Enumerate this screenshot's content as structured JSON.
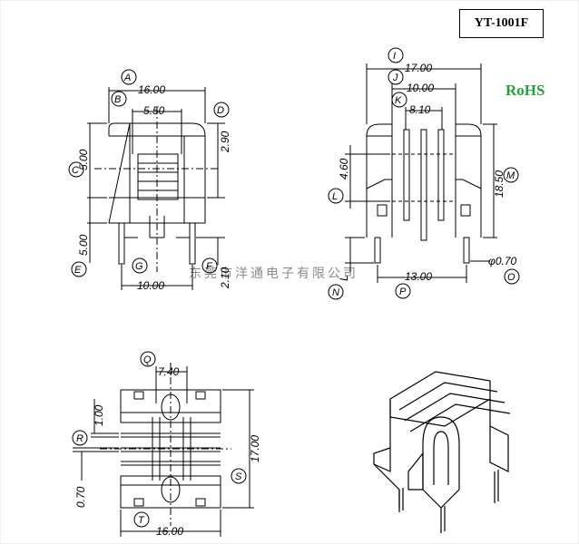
{
  "part_number": "YT-1001F",
  "certification": "RoHS",
  "watermark": "东莞市洋通电子有限公司",
  "front_view": {
    "A": {
      "callout": "A",
      "value": "16.00"
    },
    "B": {
      "callout": "B",
      "value": "5.50"
    },
    "C": {
      "callout": "C",
      "value": "5.00"
    },
    "D": {
      "callout": "D",
      "value": "2.90"
    },
    "E": {
      "callout": "E",
      "value": "5.00"
    },
    "G": {
      "callout": "G",
      "value": "10.00"
    },
    "F": {
      "callout": "F",
      "value": "2.10"
    }
  },
  "side_view": {
    "I": {
      "callout": "I",
      "value": "17.00"
    },
    "J": {
      "callout": "J",
      "value": "10.00"
    },
    "K": {
      "callout": "K",
      "value": "8.10"
    },
    "L": {
      "callout": "L",
      "value": "4.60"
    },
    "M": {
      "callout": "M",
      "value": "18.50"
    },
    "N": {
      "callout": "N",
      "value": "L"
    },
    "O": {
      "callout": "O",
      "value": "φ0.70"
    },
    "P": {
      "callout": "P",
      "value": "13.00"
    }
  },
  "top_view": {
    "Q": {
      "callout": "Q",
      "value": "7.40"
    },
    "R": {
      "callout": "R",
      "value": "1.00"
    },
    "R2": {
      "value": "0.70"
    },
    "S": {
      "callout": "S",
      "value": "17.00"
    },
    "T": {
      "callout": "T",
      "value": "16.00"
    }
  }
}
